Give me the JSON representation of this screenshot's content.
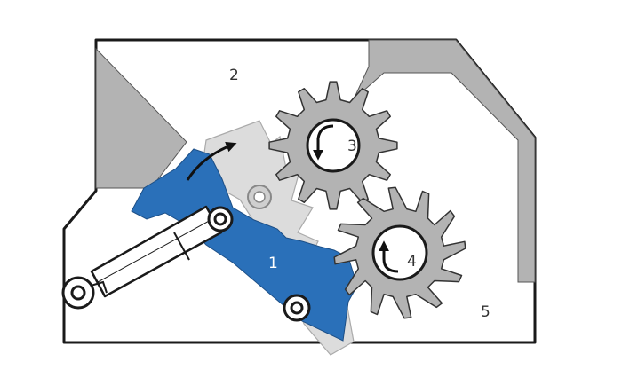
{
  "labels": {
    "part1": "1",
    "part2": "2",
    "part3": "3",
    "part4": "4",
    "part5": "5"
  },
  "colors": {
    "frame": "#1a1a1a",
    "gray_fill": "#b3b3b3",
    "light_gray": "#dcdcdc",
    "blue": "#2a70b9",
    "white": "#ffffff"
  },
  "icons": {
    "arm_rotation": "curved-arrow-clockwise-icon",
    "gear3_rotation": "curved-arrow-counterclockwise-icon",
    "gear4_rotation": "curved-arrow-counterclockwise-icon"
  }
}
